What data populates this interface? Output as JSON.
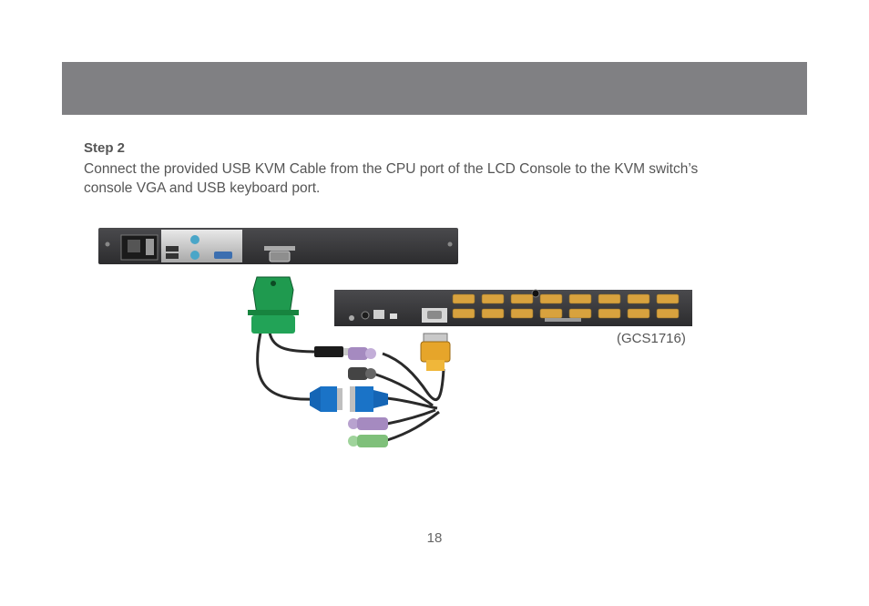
{
  "header": {
    "color": "#808083"
  },
  "step": {
    "title": "Step 2",
    "body": "Connect the provided USB KVM Cable from the CPU port of the LCD Console to the KVM switch’s console VGA and USB keyboard port."
  },
  "figure": {
    "model_label": "(GCS1716)",
    "colors": {
      "panel_dark": "#3a3a3c",
      "vga_green": "#1f9a4f",
      "vga_yellow": "#e6a52a",
      "connector_blue": "#1565b5",
      "ps2_purple": "#a58ac0",
      "ps2_green": "#7fc07a",
      "ps2_black": "#444444"
    }
  },
  "footer": {
    "page_number": "18"
  }
}
